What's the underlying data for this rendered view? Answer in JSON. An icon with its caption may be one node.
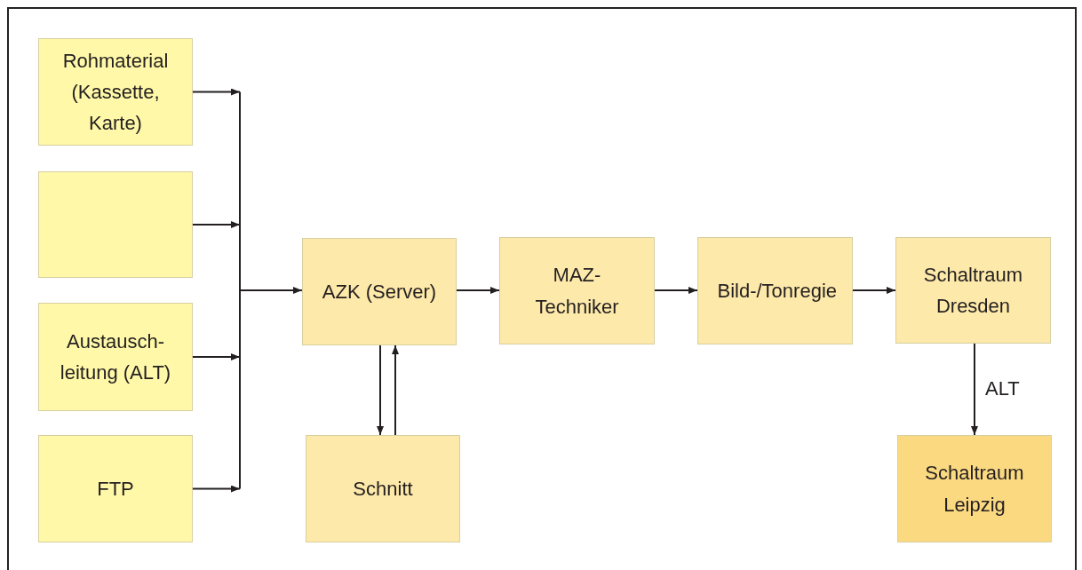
{
  "diagram": {
    "nodes": [
      {
        "text": [
          "Rohmaterial (Kassette, Karte)"
        ]
      },
      {
        "text": [],
        "shape": "box"
      },
      {
        "text": [
          "Austausch-leitung (ALT)"
        ]
      },
      {
        "text": [
          "FTP"
        ]
      },
      {
        "text": [
          "AZK (Server)"
        ]
      },
      {
        "text": [
          "Schnitt"
        ]
      },
      {
        "text": [
          "MAZ-Techniker"
        ]
      },
      {
        "text": [
          "Bild-/Tonregie"
        ]
      },
      {
        "text": [
          "Schaltraum Dresden"
        ]
      },
      {
        "text": [
          "Schaltraum Leipzig"
        ]
      }
    ],
    "edges": [
      {
        "from": 0,
        "to": 4,
        "arrow": "to"
      },
      {
        "from": 1,
        "to": 4,
        "arrow": "to"
      },
      {
        "from": 2,
        "to": 4,
        "arrow": "to"
      },
      {
        "from": 3,
        "to": 4,
        "arrow": "to"
      },
      {
        "from": 4,
        "to": 5,
        "arrow": "to"
      },
      {
        "from": 5,
        "to": 4,
        "arrow": "to"
      },
      {
        "from": 4,
        "to": 6,
        "arrow": "to"
      },
      {
        "from": 6,
        "to": 7,
        "arrow": "to"
      },
      {
        "from": 7,
        "to": 8,
        "arrow": "to"
      },
      {
        "from": 8,
        "to": 9,
        "arrow": "to",
        "label": "ALT"
      }
    ]
  }
}
